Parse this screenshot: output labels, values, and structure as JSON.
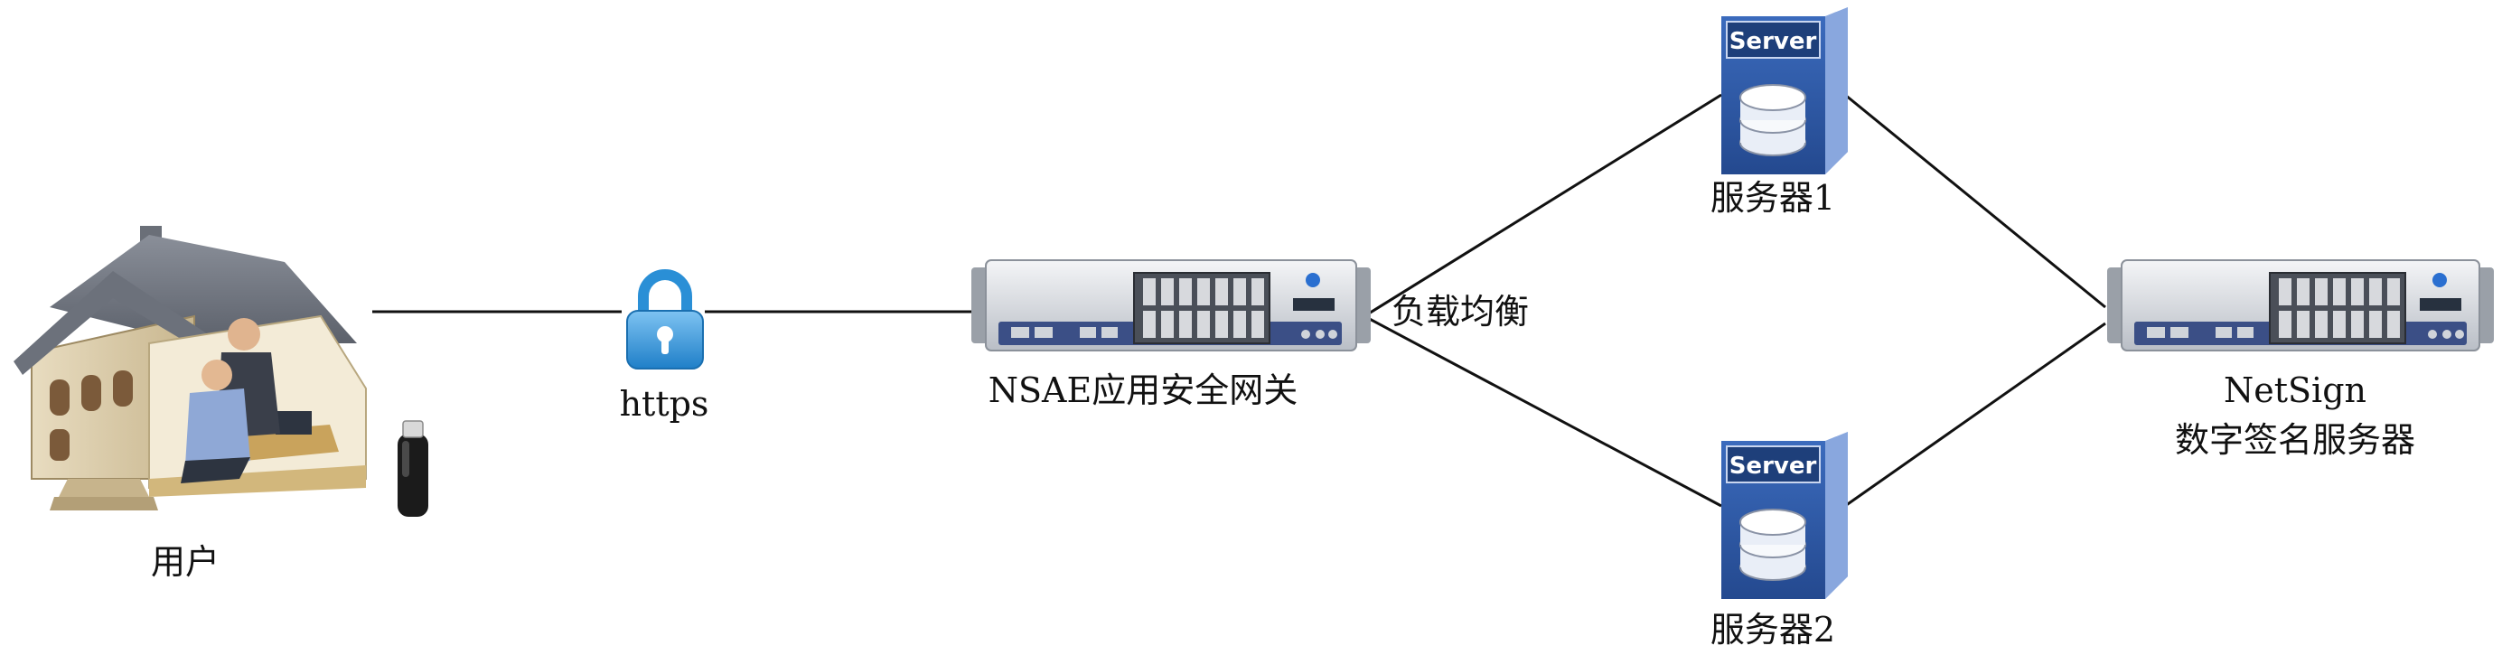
{
  "nodes": {
    "user": {
      "label": "用户",
      "icon": "house-with-users-icon"
    },
    "usb_key": {
      "icon": "usb-key-icon"
    },
    "https": {
      "label": "https",
      "icon": "padlock-icon"
    },
    "gateway": {
      "label": "NSAE应用安全网关",
      "icon": "rack-server-appliance-icon"
    },
    "server1": {
      "label": "服务器1",
      "badge": "Server",
      "icon": "database-server-icon"
    },
    "server2": {
      "label": "服务器2",
      "badge": "Server",
      "icon": "database-server-icon"
    },
    "netsign": {
      "label_line1": "NetSign",
      "label_line2": "数字签名服务器",
      "icon": "rack-server-appliance-icon"
    }
  },
  "edges": {
    "load_balance_label": "负载均衡"
  },
  "colors": {
    "line": "#111111",
    "server_box": "#2f5fae",
    "server_badge": "#1e3f7a",
    "lock_blue": "#2a8fd6",
    "appliance_face": "#d9dde2",
    "appliance_panel": "#3b4f86"
  }
}
